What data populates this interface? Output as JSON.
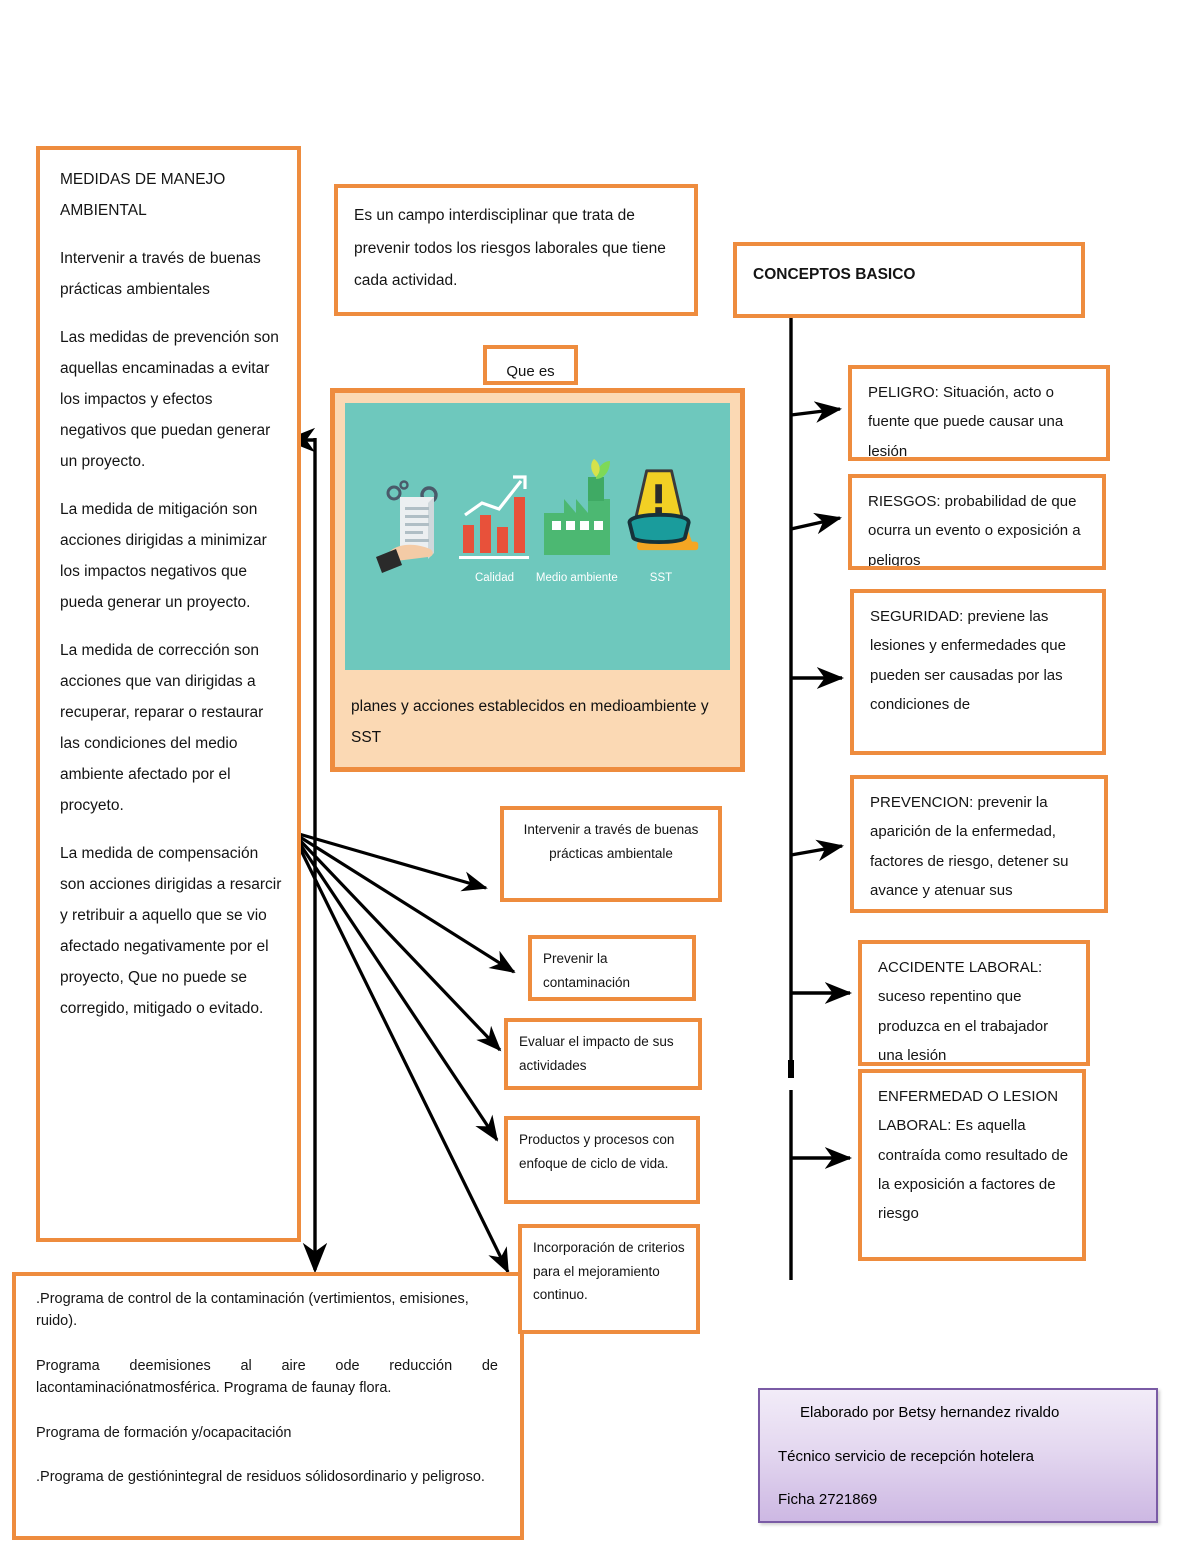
{
  "left_column": {
    "measures_box": {
      "title": "MEDIDAS DE MANEJO AMBIENTAL",
      "paragraphs": [
        "Intervenir a través de buenas prácticas ambientales",
        "Las medidas de prevención son aquellas encaminadas a evitar los impactos y efectos negativos que puedan generar un proyecto.",
        "La medida de mitigación son acciones dirigidas a minimizar los impactos negativos que pueda generar un proyecto.",
        "La medida de corrección son acciones que van dirigidas a recuperar, reparar o restaurar las condiciones del medio ambiente afectado por el procyeto.",
        "La medida de compensación son acciones dirigidas a resarcir y retribuir a aquello que se vio afectado negativamente por el proyecto, Que no puede se corregido, mitigado o evitado."
      ]
    },
    "programs_box": {
      "paragraphs": [
        ".Programa de control de la contaminación (vertimientos, emisiones, ruido).",
        "Programa deemisiones al aire ode reducción de lacontaminaciónatmosférica. Programa de  faunay flora.",
        "Programa de formación y/ocapacitación",
        ".Programa de  gestiónintegral de residuos sólidosordinario y peligroso."
      ]
    }
  },
  "center_column": {
    "definition": "Es un campo interdisciplinar que trata de prevenir todos  los riesgos laborales que tiene cada actividad.",
    "que_es_label": "Que es",
    "media_card": {
      "caption": "planes y acciones establecidos en medioambiente y SST",
      "icons": [
        {
          "name": "document-in-hand-icon",
          "label": ""
        },
        {
          "name": "bar-chart-growth-icon",
          "label": "Calidad"
        },
        {
          "name": "green-factory-icon",
          "label": "Medio ambiente"
        },
        {
          "name": "safety-cone-warning-icon",
          "label": "SST"
        }
      ],
      "background_color": "#6ec8bd",
      "frame_color": "#fbd9b4"
    },
    "outcomes": [
      "Intervenir a través de buenas prácticas ambientale",
      "Prevenir la contaminación",
      "Evaluar el impacto de sus actividades",
      "Productos y procesos con enfoque de ciclo de vida.",
      "Incorporación de criterios para el mejoramiento continuo."
    ]
  },
  "right_column": {
    "heading": "CONCEPTOS BASICO",
    "concepts": [
      {
        "key": "peligro",
        "text": "PELIGRO: Situación, acto o fuente que puede causar una lesión"
      },
      {
        "key": "riesgos",
        "text": "RIESGOS: probabilidad de que ocurra un evento o exposición a peligros"
      },
      {
        "key": "seguridad",
        "text": "SEGURIDAD: previene las lesiones y enfermedades que pueden ser causadas por las condiciones de"
      },
      {
        "key": "prevencion",
        "text": "PREVENCION: prevenir la aparición de la enfermedad, factores de riesgo, detener su avance y atenuar sus"
      },
      {
        "key": "accidente",
        "text": "ACCIDENTE LABORAL: suceso repentino que produzca en el trabajador una lesión"
      },
      {
        "key": "enfermedad",
        "text": "ENFERMEDAD O LESION LABORAL: Es aquella contraída como resultado de la exposición a factores de riesgo"
      }
    ]
  },
  "footer": {
    "author_line": "Elaborado por Betsy hernandez rivaldo",
    "role_line": "Técnico servicio de recepción hotelera",
    "ficha_line": "Ficha 2721869"
  },
  "colors": {
    "border_orange": "#ee8c3e",
    "teal": "#6ec8bd",
    "peach": "#fbd9b4",
    "purple_border": "#7a5ba5",
    "connector_black": "#000000"
  }
}
